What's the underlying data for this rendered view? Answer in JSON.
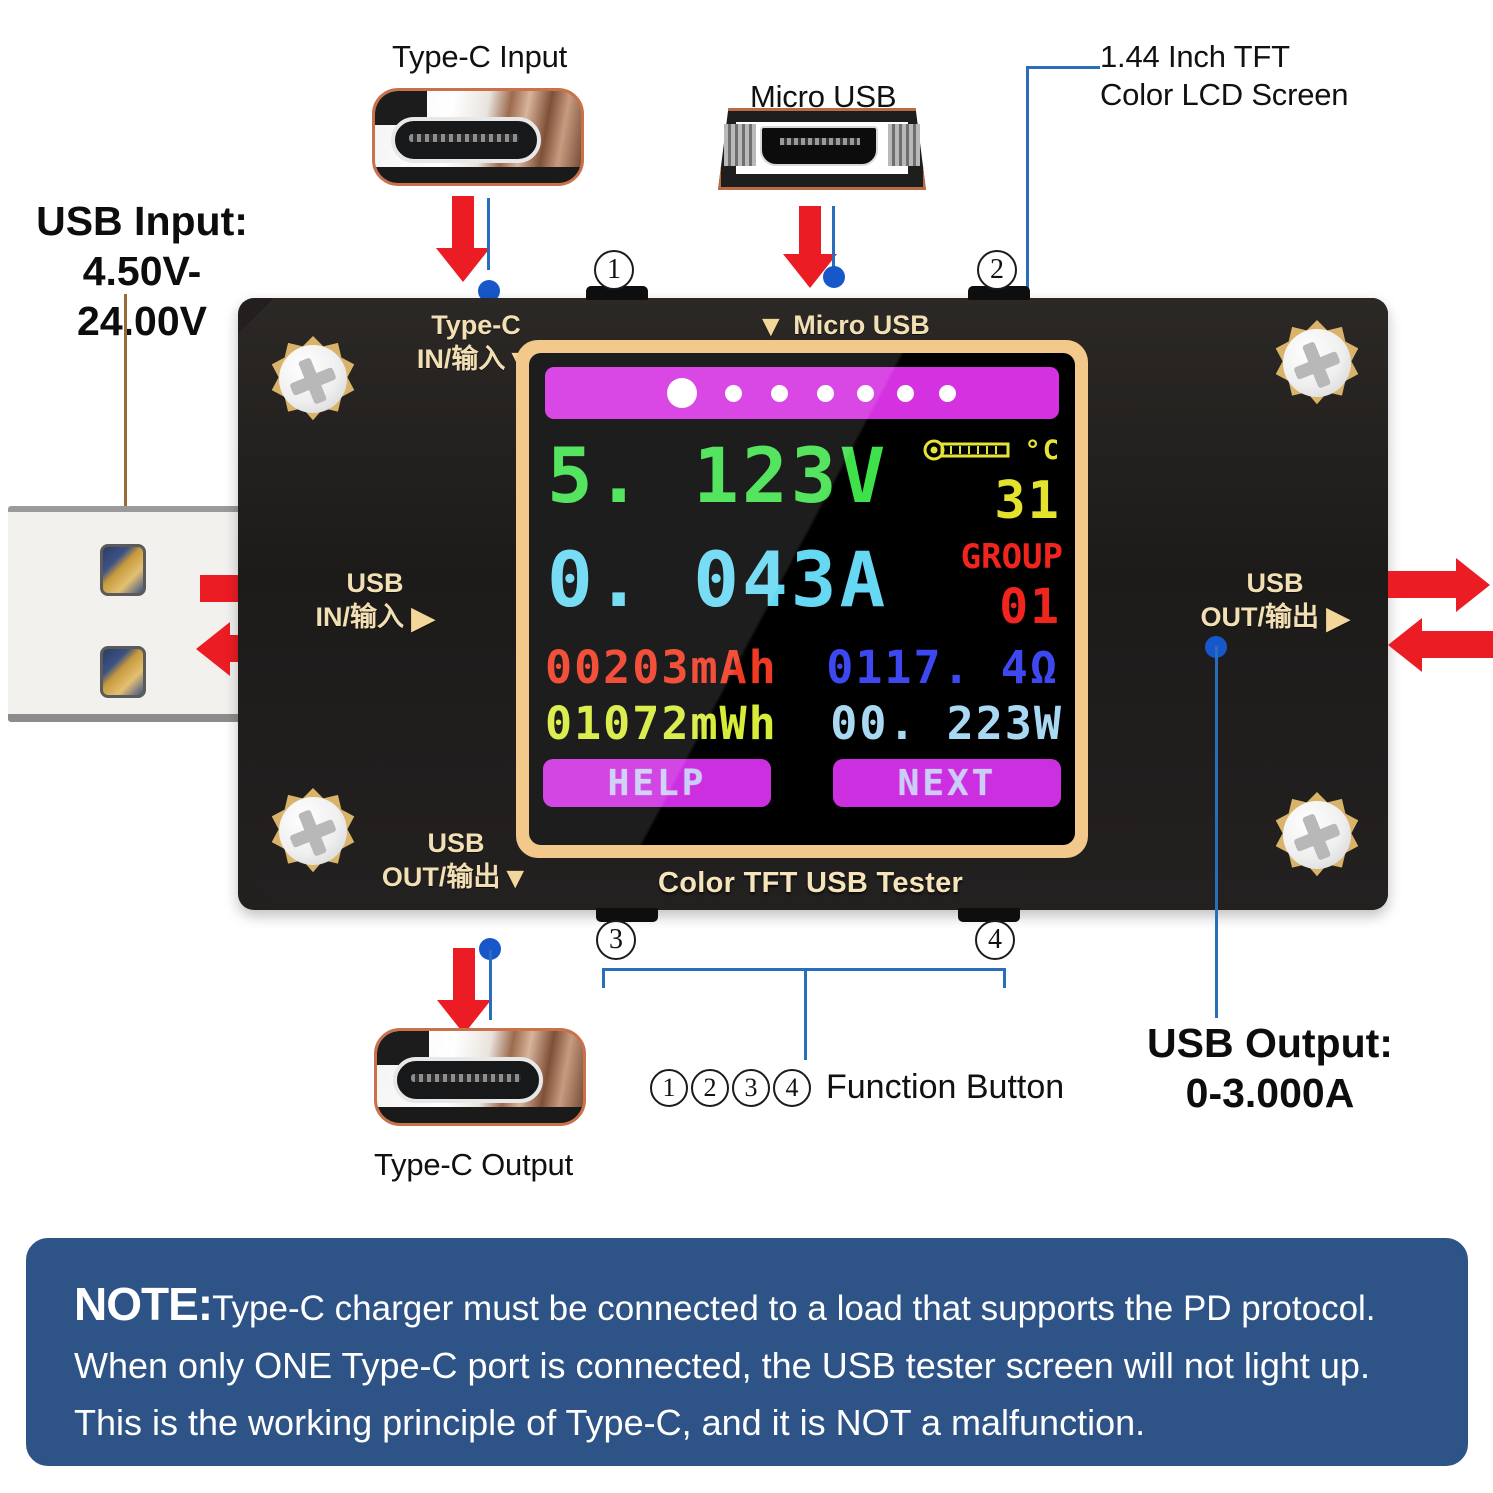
{
  "callouts": {
    "type_c_input": "Type-C Input",
    "micro_usb": "Micro USB",
    "tft_screen": "1.44 Inch TFT\nColor LCD Screen",
    "type_c_output": "Type-C Output",
    "usb_input_spec": "USB Input:\n4.50V-24.00V",
    "usb_output_spec": "USB Output:\n0-3.000A",
    "function_button": "Function Button"
  },
  "markers": {
    "m1": "1",
    "m2": "2",
    "m3": "3",
    "m4": "4",
    "legend_numbers": [
      "1",
      "2",
      "3",
      "4"
    ]
  },
  "device": {
    "labels": {
      "typec_in_line1": "Type-C",
      "typec_in_line2": "IN/输入",
      "typec_in_arrow": "▼",
      "micro_usb_arrow": "▼",
      "micro_usb": "Micro USB",
      "usb_in_line1": "USB",
      "usb_in_line2": "IN/输入",
      "usb_in_arrow": "▶",
      "usb_out_right_line1": "USB",
      "usb_out_right_line2": "OUT/输出",
      "usb_out_right_arrow": "▶",
      "usb_out_bottom_line1": "USB",
      "usb_out_bottom_line2": "OUT/输出",
      "usb_out_bottom_arrow": "▼"
    },
    "brand": "Color TFT USB Tester"
  },
  "lcd": {
    "voltage": "5. 123V",
    "temperature_unit": "°C",
    "temperature": "31",
    "current": "0. 043A",
    "group_label": "GROUP",
    "group_value": "01",
    "capacity": "00203mAh",
    "resistance": "0117. 4Ω",
    "energy": "01072mWh",
    "power": "00. 223W",
    "btn_help": "HELP",
    "btn_next": "NEXT",
    "bar_dots": 7
  },
  "note": {
    "label": "NOTE:",
    "line1": "Type-C charger must be connected to a load that supports the PD protocol.",
    "line2": "When only ONE Type-C port is connected, the USB tester screen will not light up.",
    "line3": "This is the working principle of Type-C, and it is NOT a malfunction."
  },
  "colors": {
    "note_bg": "#2e5386",
    "accent_gold": "#f2c98a",
    "arrow_red": "#ec1c24",
    "leader_blue": "#1757c9",
    "lcd_green": "#3fe14b",
    "lcd_cyan": "#67d8f4",
    "lcd_red": "#f1251d",
    "lcd_yellow": "#e5e22e",
    "lcd_magenta": "#d431e0",
    "lcd_blue": "#3d48f0",
    "lcd_lime": "#d7ec38"
  }
}
